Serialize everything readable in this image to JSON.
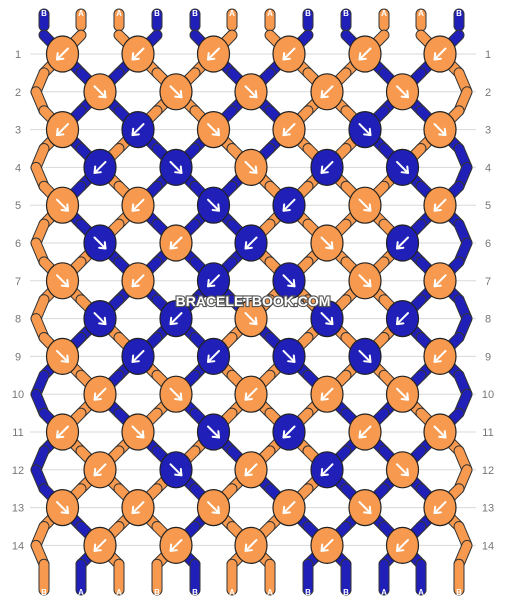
{
  "colors": {
    "A": "#f79a4f",
    "B": "#2020b8",
    "outline": "#222222",
    "grid": "#d8d8d8",
    "arrow": "#ffffff"
  },
  "watermark": "BRACELETBOOK.COM",
  "strand_letters_top": [
    "B",
    "A",
    "A",
    "B",
    "B",
    "A",
    "A",
    "B",
    "B",
    "A",
    "A",
    "B"
  ],
  "strand_letters_bottom": [
    "B",
    "A",
    "A",
    "B",
    "B",
    "A",
    "A",
    "B",
    "B",
    "A",
    "A",
    "B"
  ],
  "rows": [
    {
      "label": "1",
      "knots": [
        {
          "c": "A",
          "d": "F"
        },
        {
          "c": "A",
          "d": "F"
        },
        {
          "c": "A",
          "d": "F"
        },
        {
          "c": "A",
          "d": "F"
        },
        {
          "c": "A",
          "d": "F"
        },
        {
          "c": "A",
          "d": "F"
        }
      ]
    },
    {
      "label": "2",
      "knots": [
        {
          "c": "A",
          "d": "B"
        },
        {
          "c": "A",
          "d": "R"
        },
        {
          "c": "A",
          "d": "B"
        },
        {
          "c": "A",
          "d": "L"
        },
        {
          "c": "A",
          "d": "B"
        }
      ]
    },
    {
      "label": "3",
      "knots": [
        {
          "c": "A",
          "d": "L"
        },
        {
          "c": "B",
          "d": "F"
        },
        {
          "c": "A",
          "d": "R"
        },
        {
          "c": "A",
          "d": "L"
        },
        {
          "c": "B",
          "d": "B"
        },
        {
          "c": "A",
          "d": "R"
        }
      ]
    },
    {
      "label": "4",
      "knots": [
        {
          "c": "B",
          "d": "L"
        },
        {
          "c": "B",
          "d": "R"
        },
        {
          "c": "A",
          "d": "R"
        },
        {
          "c": "B",
          "d": "L"
        },
        {
          "c": "B",
          "d": "R"
        }
      ]
    },
    {
      "label": "5",
      "knots": [
        {
          "c": "A",
          "d": "B"
        },
        {
          "c": "A",
          "d": "L"
        },
        {
          "c": "B",
          "d": "R"
        },
        {
          "c": "B",
          "d": "L"
        },
        {
          "c": "A",
          "d": "R"
        },
        {
          "c": "A",
          "d": "F"
        }
      ]
    },
    {
      "label": "6",
      "knots": [
        {
          "c": "B",
          "d": "R"
        },
        {
          "c": "A",
          "d": "F"
        },
        {
          "c": "B",
          "d": "L"
        },
        {
          "c": "A",
          "d": "B"
        },
        {
          "c": "B",
          "d": "L"
        }
      ]
    },
    {
      "label": "7",
      "knots": [
        {
          "c": "A",
          "d": "B"
        },
        {
          "c": "A",
          "d": "L"
        },
        {
          "c": "B",
          "d": "L"
        },
        {
          "c": "B",
          "d": "R"
        },
        {
          "c": "A",
          "d": "R"
        },
        {
          "c": "A",
          "d": "F"
        }
      ]
    },
    {
      "label": "8",
      "knots": [
        {
          "c": "B",
          "d": "R"
        },
        {
          "c": "B",
          "d": "L"
        },
        {
          "c": "A",
          "d": "R"
        },
        {
          "c": "B",
          "d": "R"
        },
        {
          "c": "B",
          "d": "L"
        }
      ]
    },
    {
      "label": "9",
      "knots": [
        {
          "c": "A",
          "d": "R"
        },
        {
          "c": "B",
          "d": "F"
        },
        {
          "c": "B",
          "d": "L"
        },
        {
          "c": "B",
          "d": "R"
        },
        {
          "c": "B",
          "d": "B"
        },
        {
          "c": "A",
          "d": "L"
        }
      ]
    },
    {
      "label": "10",
      "knots": [
        {
          "c": "A",
          "d": "L"
        },
        {
          "c": "A",
          "d": "B"
        },
        {
          "c": "A",
          "d": "L"
        },
        {
          "c": "A",
          "d": "F"
        },
        {
          "c": "A",
          "d": "R"
        }
      ]
    },
    {
      "label": "11",
      "knots": [
        {
          "c": "A",
          "d": "L"
        },
        {
          "c": "A",
          "d": "R"
        },
        {
          "c": "B",
          "d": "R"
        },
        {
          "c": "B",
          "d": "L"
        },
        {
          "c": "A",
          "d": "L"
        },
        {
          "c": "A",
          "d": "R"
        }
      ]
    },
    {
      "label": "12",
      "knots": [
        {
          "c": "A",
          "d": "L"
        },
        {
          "c": "B",
          "d": "R"
        },
        {
          "c": "A",
          "d": "F"
        },
        {
          "c": "B",
          "d": "L"
        },
        {
          "c": "A",
          "d": "R"
        }
      ]
    },
    {
      "label": "13",
      "knots": [
        {
          "c": "A",
          "d": "R"
        },
        {
          "c": "A",
          "d": "L"
        },
        {
          "c": "A",
          "d": "B"
        },
        {
          "c": "A",
          "d": "F"
        },
        {
          "c": "A",
          "d": "R"
        },
        {
          "c": "A",
          "d": "L"
        }
      ]
    },
    {
      "label": "14",
      "knots": [
        {
          "c": "A",
          "d": "L"
        },
        {
          "c": "A",
          "d": "L"
        },
        {
          "c": "A",
          "d": "F"
        },
        {
          "c": "A",
          "d": "L"
        },
        {
          "c": "A",
          "d": "L"
        }
      ]
    }
  ]
}
